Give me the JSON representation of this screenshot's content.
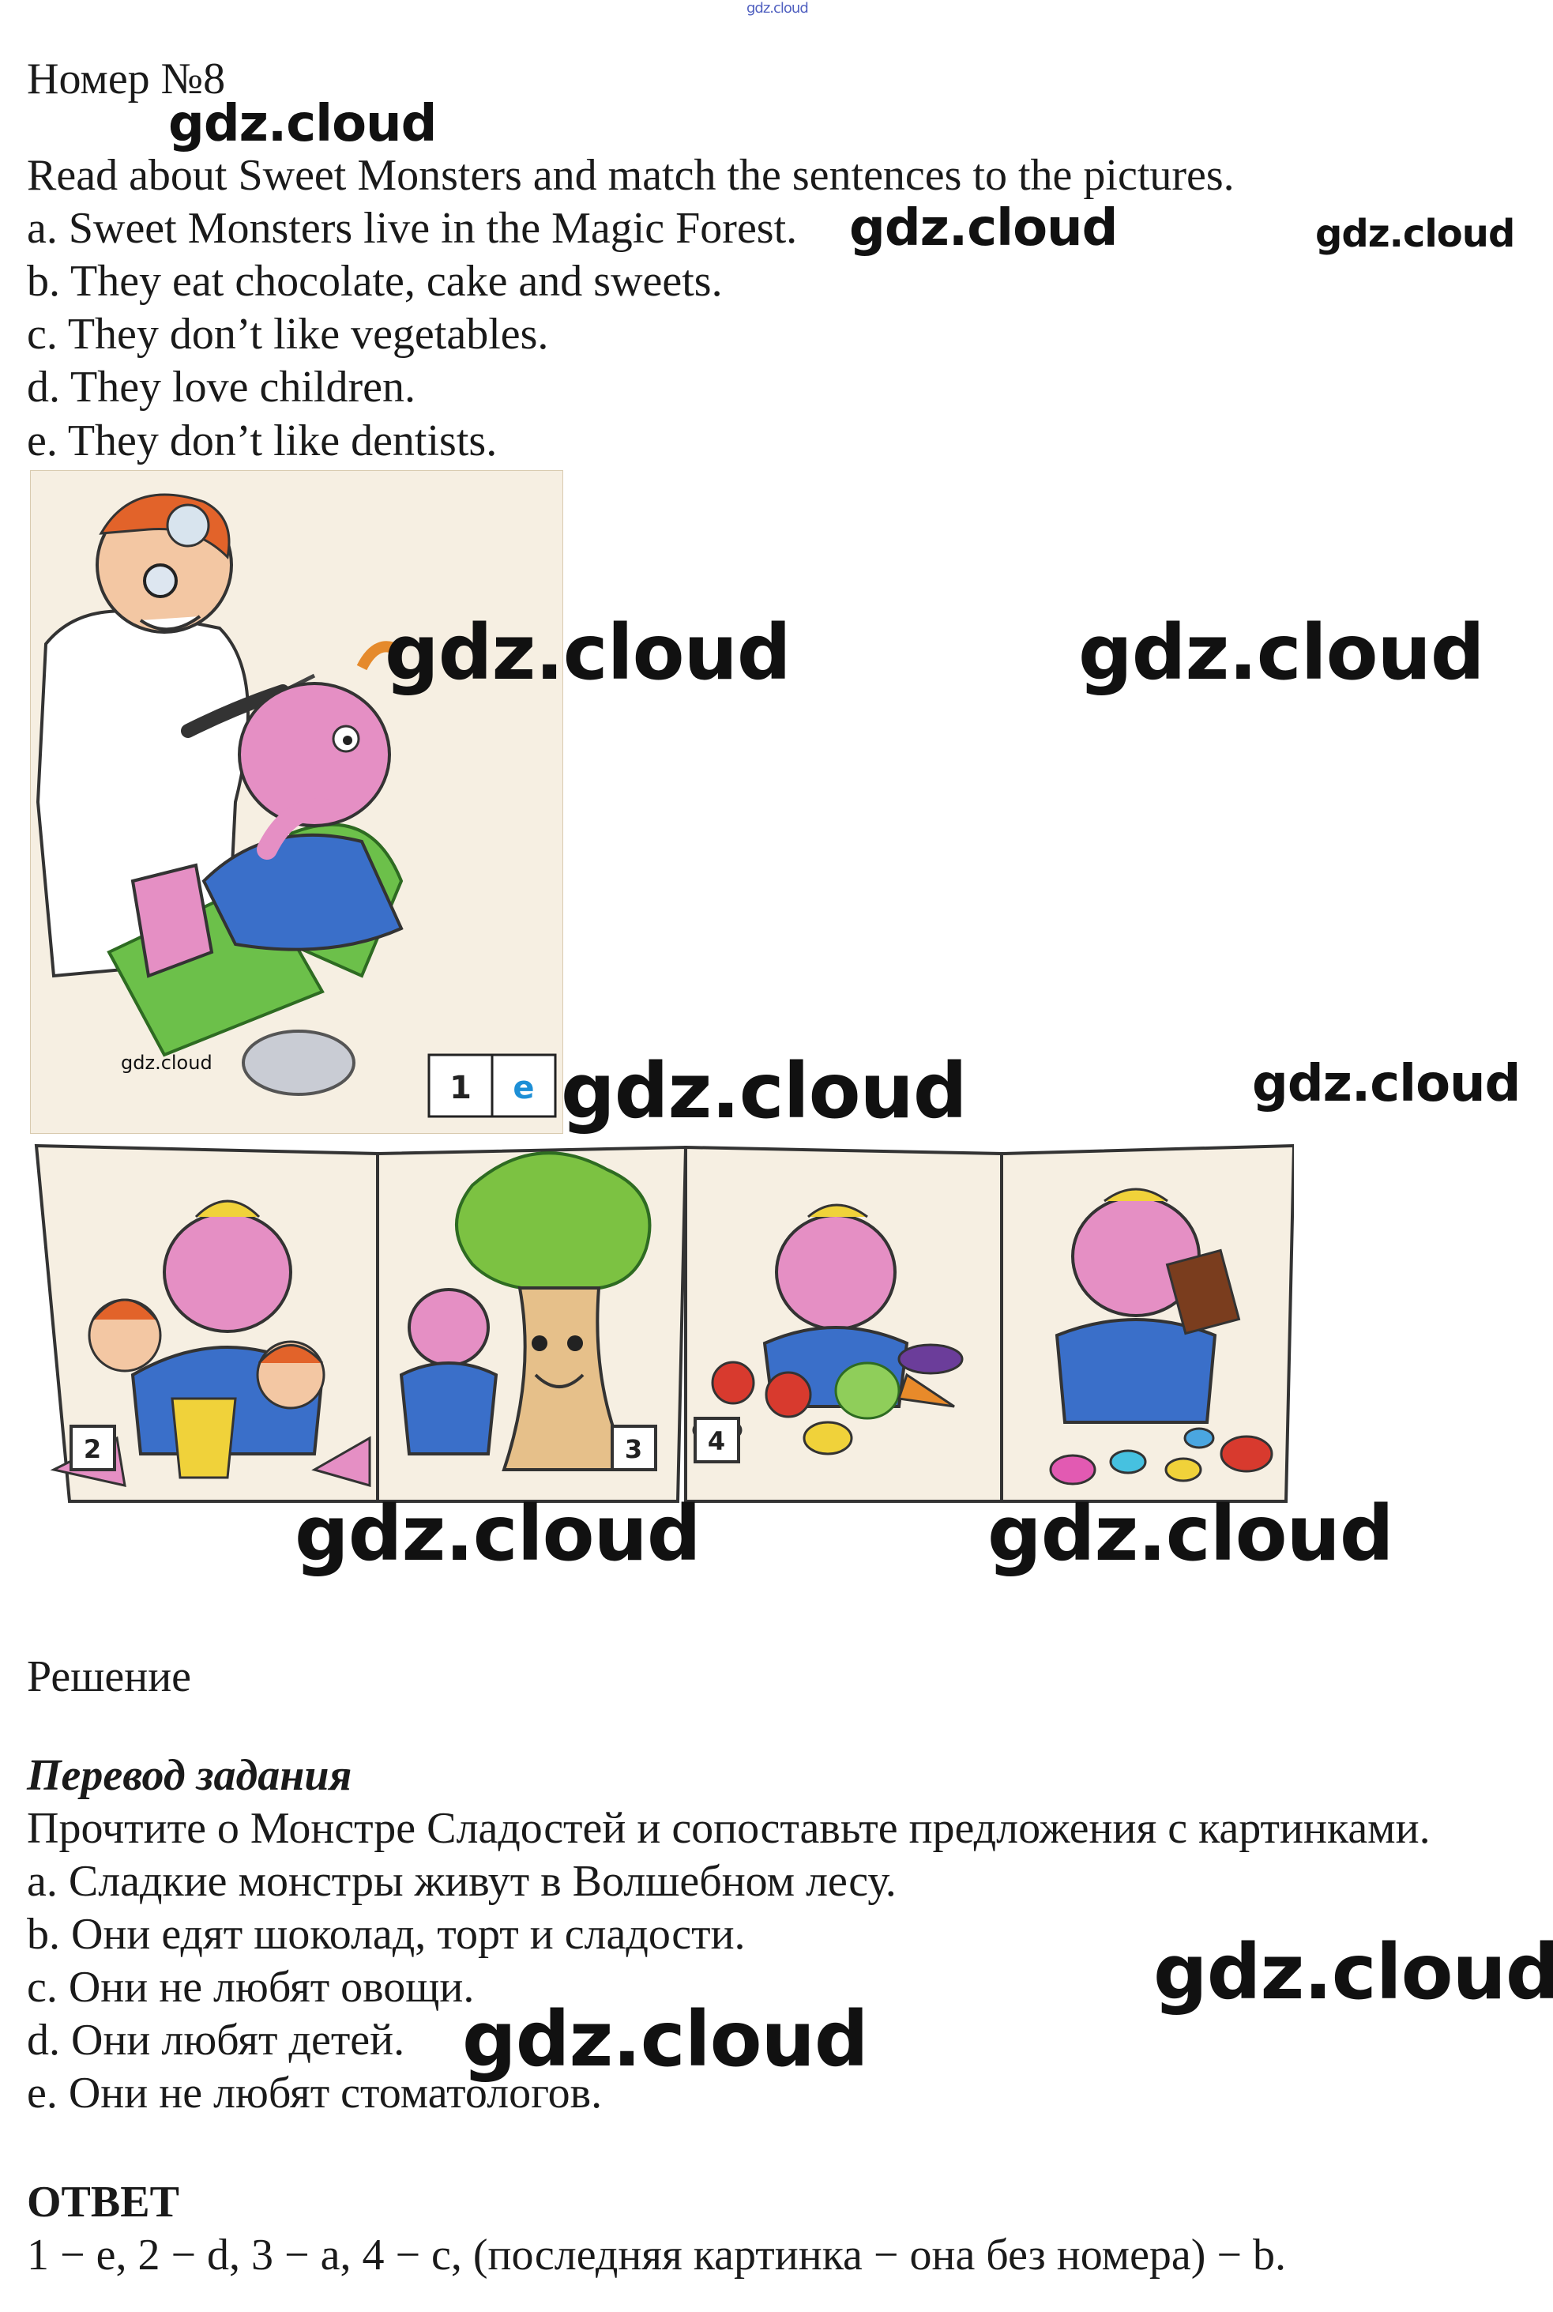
{
  "watermark_text": "gdz.cloud",
  "task": {
    "title": "Номер №8",
    "instruction": "Read about Sweet Monsters and match the sentences to the pictures.",
    "sentences": [
      "a. Sweet Monsters live in the Magic Forest.",
      "b. They eat chocolate, cake and sweets.",
      "c. They don’t like vegetables.",
      "d. They love children.",
      "e. They don’t like dentists."
    ]
  },
  "picture_labels": {
    "p1_number": "1",
    "p1_answer": "e",
    "p2": "2",
    "p3": "3",
    "p4": "4"
  },
  "solution": {
    "label": "Решение",
    "translation_heading": "Перевод задания",
    "translation_instruction": "Прочтите о Монстре Сладостей и сопоставьте предложения с картинками.",
    "translation_sentences": [
      "a. Сладкие монстры живут в Волшебном лесу.",
      "b. Они едят шоколад, торт и сладости.",
      "c. Они не любят овощи.",
      "d. Они любят детей.",
      "e. Они не любят стоматологов."
    ],
    "answer_heading": "ОТВЕТ",
    "answer_text": "1 − e, 2 − d, 3 − a, 4 − c, (последняя картинка − она без номера) − b."
  },
  "colors": {
    "monster_pink": "#e58fc4",
    "overalls_blue": "#3a6fc9",
    "dentist_chair_green": "#6cc04a",
    "tree_green": "#7cc242",
    "paper_bg": "#f6efe2"
  }
}
